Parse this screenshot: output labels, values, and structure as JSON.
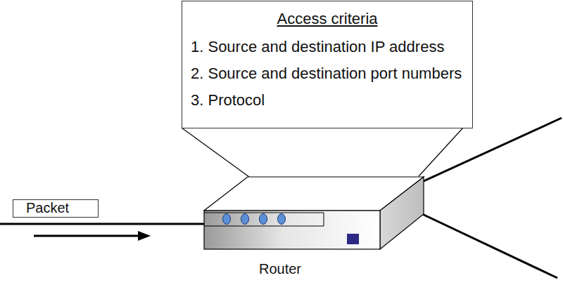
{
  "diagram": {
    "nodes": [
      {
        "text": [
          "Access criteria",
          "1. Source and destination IP address",
          "2. Source and destination port numbers",
          "3. Protocol"
        ]
      },
      {
        "text": [
          "Packet"
        ]
      }
    ],
    "labels": [
      "Router"
    ]
  }
}
